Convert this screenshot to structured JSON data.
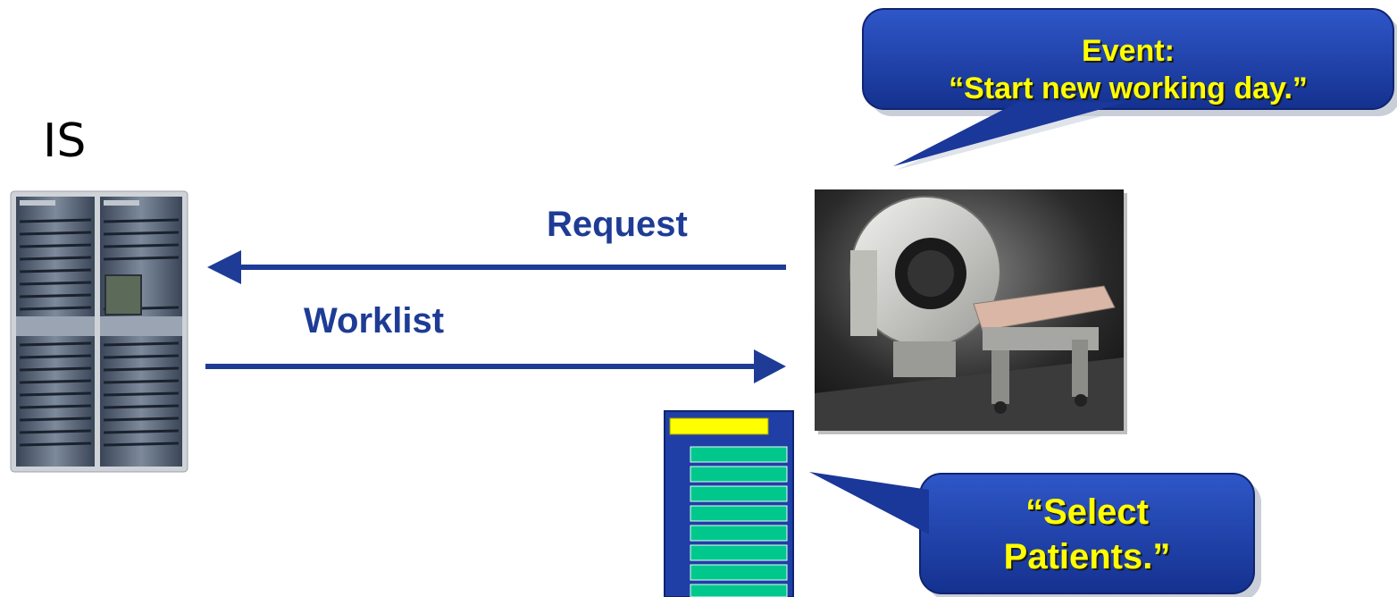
{
  "system_label": "IS",
  "arrows": {
    "request_label": "Request",
    "worklist_label": "Worklist"
  },
  "event_bubble": {
    "line1": "Event:",
    "line2": "“Start new working day.”"
  },
  "select_bubble": {
    "line1": "“Select",
    "line2": "Patients.”"
  },
  "colors": {
    "arrow": "#1e3c96",
    "bubble_fill": "#1f3fa6",
    "bubble_text": "#ffff00",
    "list_header": "#ffff00",
    "list_rows": "#00c88c"
  }
}
